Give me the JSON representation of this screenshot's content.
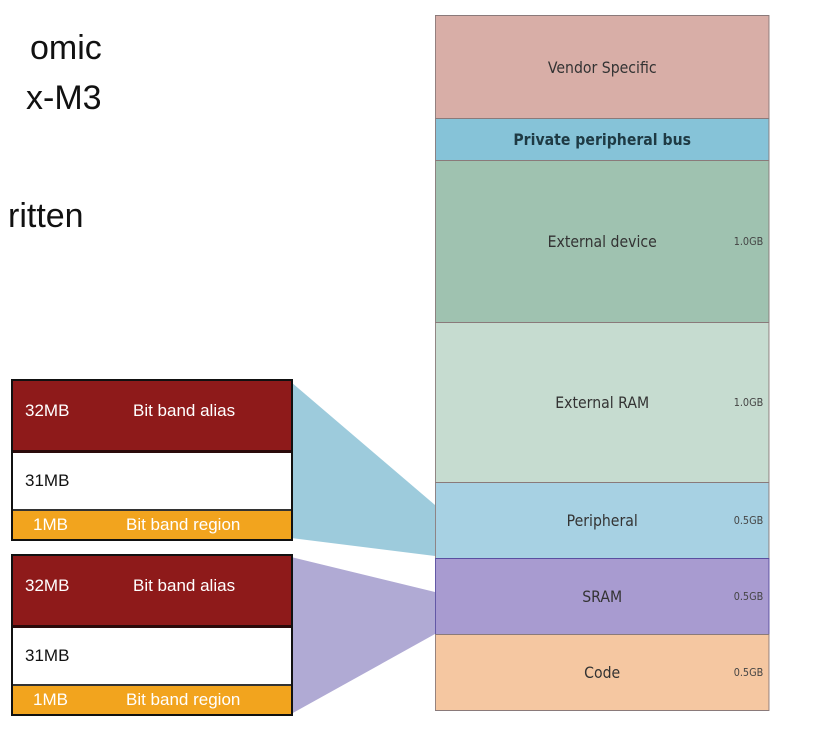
{
  "slide_text": [
    "omic",
    "x-M3",
    "ritten"
  ],
  "memory_map": [
    {
      "label": "Vendor Specific",
      "size": "",
      "color": "#d8aea7"
    },
    {
      "label": "Private peripheral bus",
      "size": "",
      "color": "#86c3d8"
    },
    {
      "label": "External device",
      "size": "1.0GB",
      "color": "#9fc2b0"
    },
    {
      "label": "External RAM",
      "size": "1.0GB",
      "color": "#c6dcd0"
    },
    {
      "label": "Peripheral",
      "size": "0.5GB",
      "color": "#a7d1e3"
    },
    {
      "label": "SRAM",
      "size": "0.5GB",
      "color": "#a89bd0"
    },
    {
      "label": "Code",
      "size": "0.5GB",
      "color": "#f5c7a1"
    }
  ],
  "bit_band_boxes": [
    {
      "alias_size": "32MB",
      "alias_label": "Bit band alias",
      "middle_size": "31MB",
      "region_size": "1MB",
      "region_label": "Bit band region",
      "connector_color": "#9dcbdc"
    },
    {
      "alias_size": "32MB",
      "alias_label": "Bit band alias",
      "middle_size": "31MB",
      "region_size": "1MB",
      "region_label": "Bit band region",
      "connector_color": "#b0aad4"
    }
  ]
}
